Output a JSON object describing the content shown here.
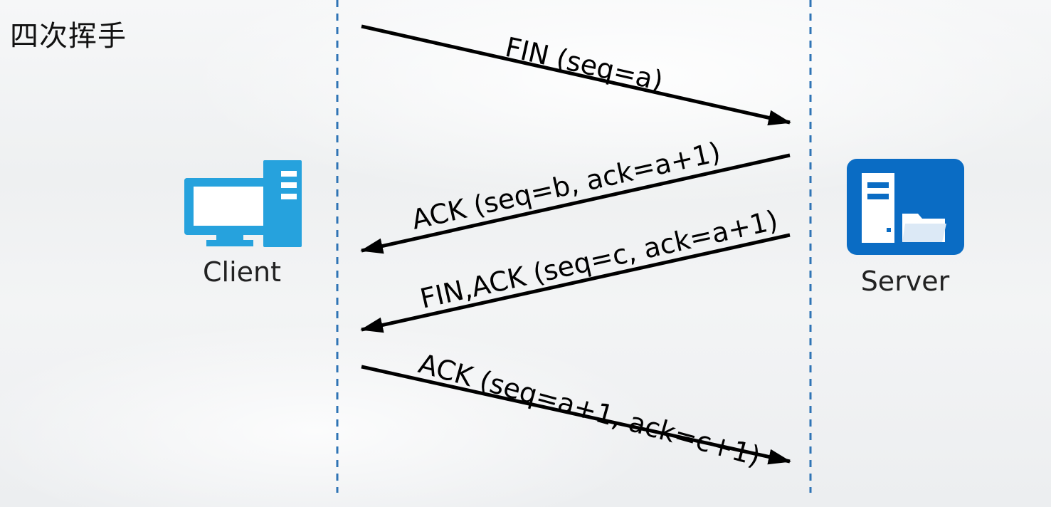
{
  "title": "四次挥手",
  "client": {
    "label": "Client",
    "icon": "computer-icon"
  },
  "server": {
    "label": "Server",
    "icon": "server-icon"
  },
  "messages": [
    {
      "label": "FIN (seq=a)",
      "direction": "client-to-server"
    },
    {
      "label": "ACK (seq=b, ack=a+1)",
      "direction": "server-to-client"
    },
    {
      "label": "FIN,ACK (seq=c, ack=a+1)",
      "direction": "server-to-client"
    },
    {
      "label": "ACK (seq=a+1, ack=c+1)",
      "direction": "client-to-server"
    }
  ],
  "colors": {
    "lifeline": "#2f74b5",
    "client_icon": "#26a2dd",
    "server_icon": "#0a6cc4",
    "arrow": "#000000"
  }
}
